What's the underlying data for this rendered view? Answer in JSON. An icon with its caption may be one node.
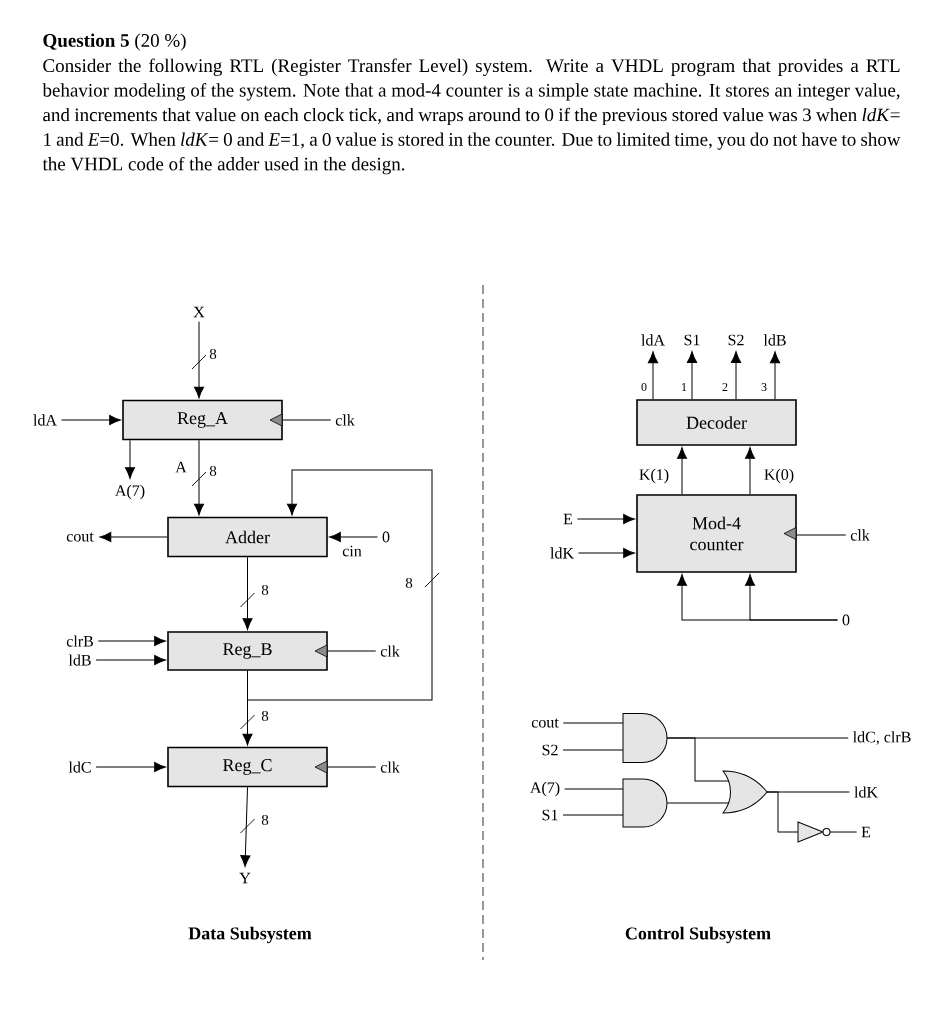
{
  "diagram": {
    "title": "**Question 5** (20 %)",
    "nodes": [
      {
        "text": [
          "X"
        ]
      },
      {
        "text": [
          "Reg_A"
        ]
      },
      {
        "text": [
          "ldA"
        ]
      },
      {
        "text": [
          "clk"
        ]
      },
      {
        "text": [
          "A(7)"
        ]
      },
      {
        "text": [
          "Adder"
        ]
      },
      {
        "text": [
          "cout"
        ]
      },
      {
        "text": [
          "0"
        ]
      },
      {
        "text": [
          "Reg_B"
        ]
      },
      {
        "text": [
          "clrB"
        ]
      },
      {
        "text": [
          "ldB"
        ]
      },
      {
        "text": [
          "clk"
        ]
      },
      {
        "text": [
          "Reg_C"
        ]
      },
      {
        "text": [
          "ldC"
        ]
      },
      {
        "text": [
          "clk"
        ]
      },
      {
        "text": [
          "Y"
        ]
      },
      {
        "text": [
          "Decoder"
        ]
      },
      {
        "text": [
          "ldA"
        ]
      },
      {
        "text": [
          "S1"
        ]
      },
      {
        "text": [
          "S2"
        ]
      },
      {
        "text": [
          "ldB"
        ]
      },
      {
        "text": [
          "Mod-4 counter"
        ]
      },
      {
        "text": [
          "E"
        ]
      },
      {
        "text": [
          "ldK"
        ]
      },
      {
        "text": [
          "clk"
        ]
      },
      {
        "text": [
          "0"
        ]
      },
      {
        "text": [],
        "shape": "and-gate"
      },
      {
        "text": [],
        "shape": "and-gate"
      },
      {
        "text": [],
        "shape": "or-gate"
      },
      {
        "text": [],
        "shape": "not-gate"
      },
      {
        "text": [
          "cout"
        ]
      },
      {
        "text": [
          "S2"
        ]
      },
      {
        "text": [
          "A(7)"
        ]
      },
      {
        "text": [
          "S1"
        ]
      },
      {
        "text": [
          "ldC, clrB"
        ]
      },
      {
        "text": [
          "ldK"
        ]
      },
      {
        "text": [
          "E"
        ]
      }
    ],
    "edges": [
      {
        "from": 0,
        "to": 1,
        "arrow": "to",
        "label": "8"
      },
      {
        "from": 2,
        "to": 1,
        "arrow": "to"
      },
      {
        "from": 3,
        "to": 1,
        "arrow": "none"
      },
      {
        "from": 1,
        "to": 4,
        "arrow": "to"
      },
      {
        "from": 1,
        "to": 5,
        "arrow": "to",
        "label": "8"
      },
      {
        "from": 8,
        "to": 5,
        "arrow": "to",
        "label": "8"
      },
      {
        "from": 7,
        "to": 5,
        "arrow": "to",
        "label": "cin"
      },
      {
        "from": 5,
        "to": 6,
        "arrow": "to"
      },
      {
        "from": 5,
        "to": 8,
        "arrow": "to",
        "label": "8"
      },
      {
        "from": 9,
        "to": 8,
        "arrow": "to"
      },
      {
        "from": 10,
        "to": 8,
        "arrow": "to"
      },
      {
        "from": 11,
        "to": 8,
        "arrow": "none"
      },
      {
        "from": 8,
        "to": 12,
        "arrow": "to",
        "label": "8"
      },
      {
        "from": 13,
        "to": 12,
        "arrow": "to"
      },
      {
        "from": 14,
        "to": 12,
        "arrow": "none"
      },
      {
        "from": 12,
        "to": 15,
        "arrow": "to",
        "label": "8"
      },
      {
        "from": 16,
        "to": 17,
        "arrow": "to",
        "label": "0"
      },
      {
        "from": 16,
        "to": 18,
        "arrow": "to",
        "label": "1"
      },
      {
        "from": 16,
        "to": 19,
        "arrow": "to",
        "label": "2"
      },
      {
        "from": 16,
        "to": 20,
        "arrow": "to",
        "label": "3"
      },
      {
        "from": 21,
        "to": 16,
        "arrow": "to",
        "label": "K(1)"
      },
      {
        "from": 21,
        "to": 16,
        "arrow": "to",
        "label": "K(0)"
      },
      {
        "from": 22,
        "to": 21,
        "arrow": "to"
      },
      {
        "from": 23,
        "to": 21,
        "arrow": "to"
      },
      {
        "from": 24,
        "to": 21,
        "arrow": "none"
      },
      {
        "from": 25,
        "to": 21,
        "arrow": "to"
      },
      {
        "from": 25,
        "to": 21,
        "arrow": "to"
      },
      {
        "from": 30,
        "to": 26,
        "arrow": "none"
      },
      {
        "from": 31,
        "to": 26,
        "arrow": "none"
      },
      {
        "from": 32,
        "to": 27,
        "arrow": "none"
      },
      {
        "from": 33,
        "to": 27,
        "arrow": "none"
      },
      {
        "from": 26,
        "to": 34,
        "arrow": "none"
      },
      {
        "from": 26,
        "to": 28,
        "arrow": "none"
      },
      {
        "from": 27,
        "to": 28,
        "arrow": "none"
      },
      {
        "from": 28,
        "to": 35,
        "arrow": "none"
      },
      {
        "from": 28,
        "to": 29,
        "arrow": "none"
      },
      {
        "from": 29,
        "to": 36,
        "arrow": "none"
      }
    ],
    "labels": [
      "Consider the following RTL (Register Transfer Level) system. Write a VHDL program that provides a RTL behavior modeling of the system. Note that a mod-4 counter is a simple state machine. It stores an integer value, and increments that value on each clock tick, and wraps around to 0 if the previous stored value was 3 when *ldK*= 1 and *E*=0. When *ldK*= 0 and *E*=1, a 0 value is stored in the counter. Due to limited time, you do not have to show the VHDL code of the adder used in the design.",
      "A",
      "Data Subsystem",
      "Control Subsystem"
    ]
  }
}
